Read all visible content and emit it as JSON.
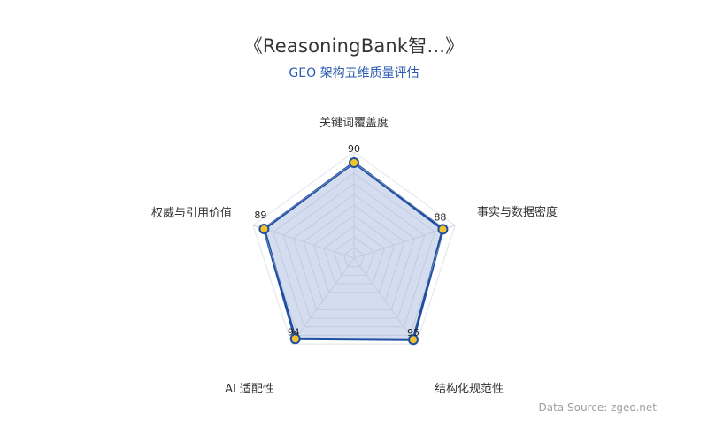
{
  "header": {
    "title": "《ReasoningBank智...》",
    "subtitle": "GEO 架构五维质量评估"
  },
  "footer": {
    "source": "Data Source: zgeo.net"
  },
  "colors": {
    "title": "#333333",
    "subtitle": "#2b5bb0",
    "series_line": "#1f4fa0",
    "series_fill": "#b7c6e6",
    "point_fill": "#f2c32c",
    "grid": "#c9cfdb",
    "source": "#a0a0a0"
  },
  "chart_data": {
    "type": "radar",
    "title": "《ReasoningBank智...》",
    "subtitle": "GEO 架构五维质量评估",
    "indicators": [
      {
        "name": "关键词覆盖度",
        "max": 100
      },
      {
        "name": "事实与数据密度",
        "max": 100
      },
      {
        "name": "结构化规范性",
        "max": 100
      },
      {
        "name": "AI 适配性",
        "max": 100
      },
      {
        "name": "权威与引用价值",
        "max": 100
      }
    ],
    "categories": [
      "关键词覆盖度",
      "事实与数据密度",
      "结构化规范性",
      "AI 适配性",
      "权威与引用价值"
    ],
    "series": [
      {
        "name": "GEO 架构五维质量评估",
        "values": [
          90,
          88,
          95,
          94,
          89
        ]
      }
    ],
    "range": [
      0,
      100
    ],
    "grid_levels": 10,
    "legend": "none",
    "annotation": "Data Source: zgeo.net"
  }
}
